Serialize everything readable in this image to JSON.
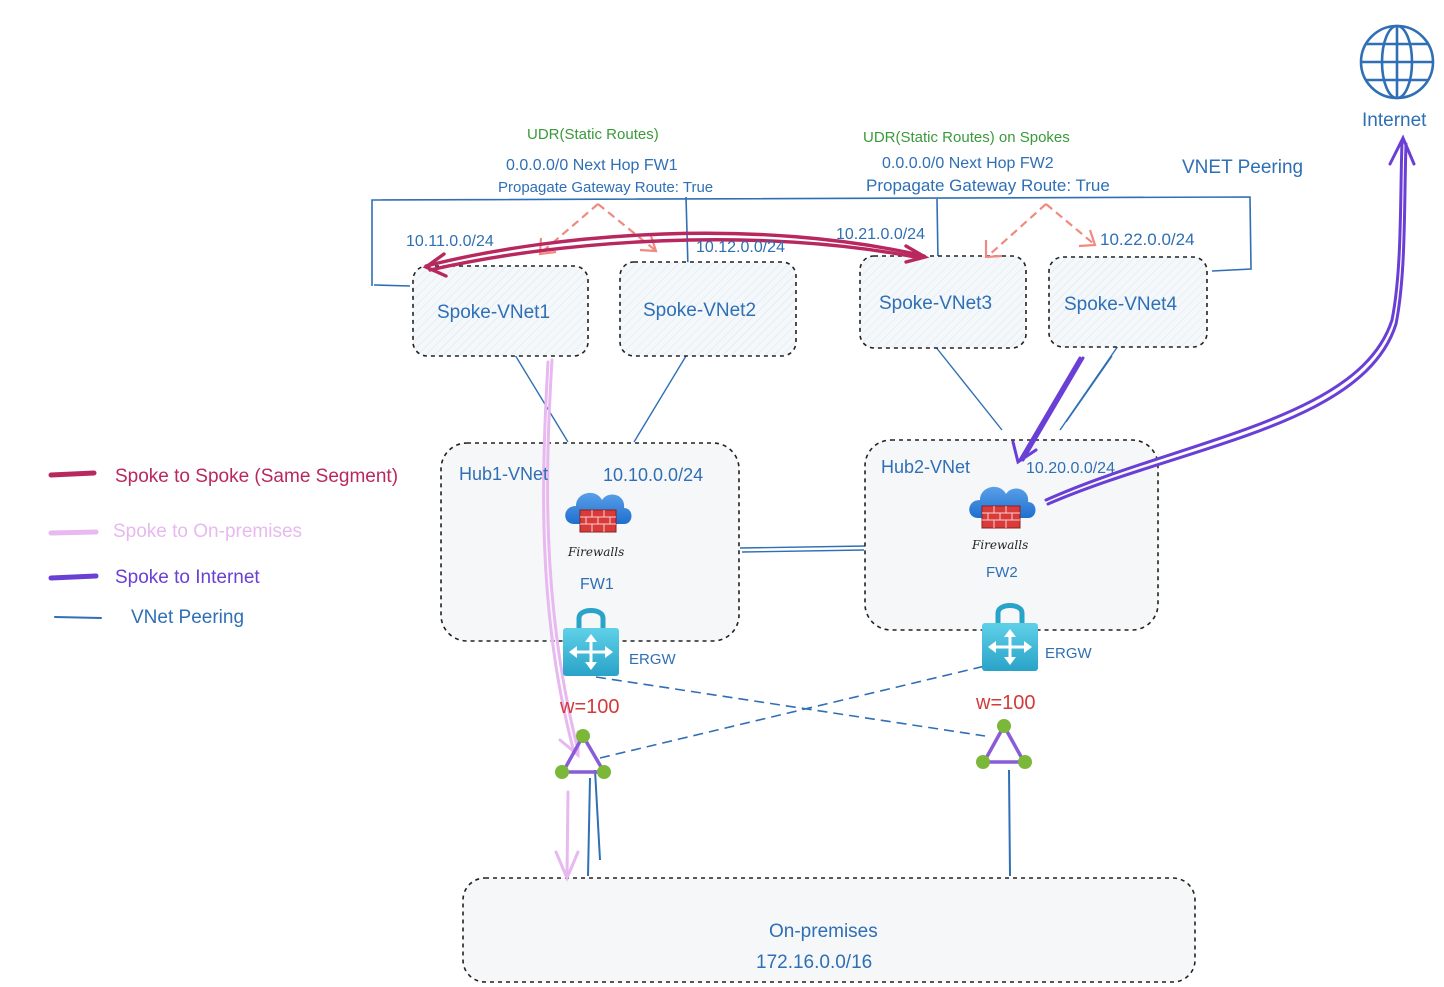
{
  "colors": {
    "spoke_to_spoke": "#b8285f",
    "spoke_to_onprem": "#e8b8f0",
    "spoke_to_internet": "#6a3fd6",
    "vnet_peering": "#2f6fb5",
    "udr_title": "#3a9a3a",
    "udr_arrow": "#f08a80",
    "weight": "#d13b3b"
  },
  "internet": {
    "label": "Internet",
    "icon": "globe-icon"
  },
  "vnet_peering_label": "VNET Peering",
  "udr": {
    "group1": {
      "title": "UDR(Static Routes)",
      "route": "0.0.0.0/0 Next Hop FW1",
      "propagate": "Propagate Gateway Route: True"
    },
    "group2": {
      "title": "UDR(Static Routes) on Spokes",
      "route": "0.0.0.0/0 Next Hop FW2",
      "propagate": "Propagate Gateway Route: True"
    }
  },
  "spokes": [
    {
      "name": "Spoke-VNet1",
      "cidr": "10.11.0.0/24"
    },
    {
      "name": "Spoke-VNet2",
      "cidr": "10.12.0.0/24"
    },
    {
      "name": "Spoke-VNet3",
      "cidr": "10.21.0.0/24"
    },
    {
      "name": "Spoke-VNet4",
      "cidr": "10.22.0.0/24"
    }
  ],
  "hubs": [
    {
      "name": "Hub1-VNet",
      "cidr": "10.10.0.0/24",
      "fw_icon_text": "Firewalls",
      "fw": "FW1",
      "gw": "ERGW",
      "weight": "w=100"
    },
    {
      "name": "Hub2-VNet",
      "cidr": "10.20.0.0/24",
      "fw_icon_text": "Firewalls",
      "fw": "FW2",
      "gw": "ERGW",
      "weight": "w=100"
    }
  ],
  "onprem": {
    "name": "On-premises",
    "cidr": "172.16.0.0/16"
  },
  "legend": [
    {
      "label": "Spoke to Spoke (Same Segment)",
      "color": "#b8285f"
    },
    {
      "label": "Spoke to On-premises",
      "color": "#e8b8f0"
    },
    {
      "label": "Spoke to Internet",
      "color": "#6a3fd6"
    },
    {
      "label": "VNet Peering",
      "color": "#2f6fb5"
    }
  ]
}
